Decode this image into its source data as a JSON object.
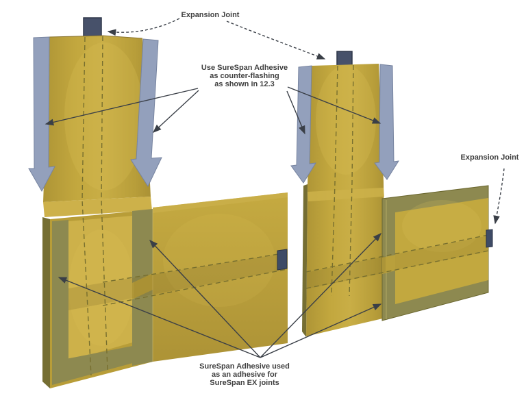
{
  "annotations": {
    "expansion_joint_top": {
      "text": "Expansion Joint"
    },
    "expansion_joint_right": {
      "text": "Expansion Joint"
    },
    "counter_flashing": {
      "lines": [
        "Use SureSpan Adhesive",
        "as counter-flashing",
        "as shown in 12.3"
      ]
    },
    "ex_adhesive": {
      "lines": [
        "SureSpan Adhesive used",
        "as an adhesive for",
        "SureSpan EX joints"
      ]
    }
  },
  "colors": {
    "membrane_yellow": "#bfa43c",
    "membrane_light": "#cdb14a",
    "adhesive_olive": "#8d8950",
    "side_shadow": "#756e33",
    "flashing_blue": "#93a0bc",
    "joint_block": "#47516a",
    "joint_block_small": "#3e4b66",
    "annotation_line": "#3a3f47",
    "label_text": "#3f3f3f"
  }
}
